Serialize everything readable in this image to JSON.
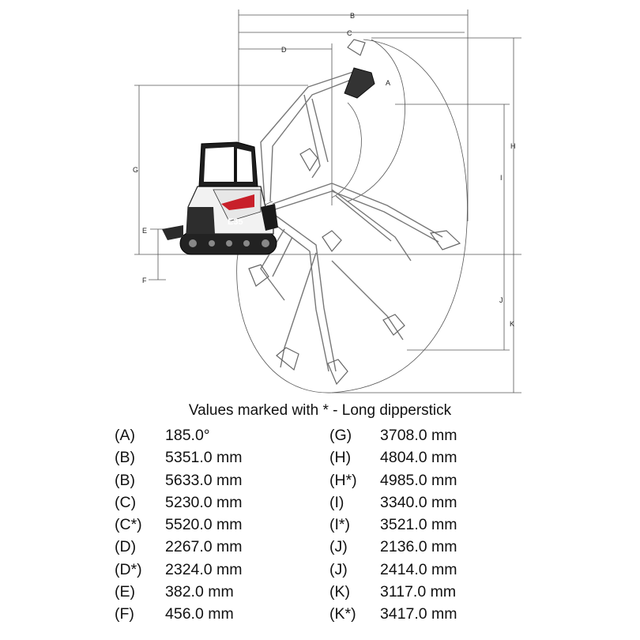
{
  "diagram": {
    "dimension_letters": [
      "A",
      "B",
      "C",
      "D",
      "E",
      "F",
      "G",
      "H",
      "I",
      "J",
      "K"
    ],
    "machine_label": "E35"
  },
  "caption": "Values marked with * - Long dipperstick",
  "specs": {
    "left": [
      {
        "label": "(A)",
        "value": "185.0°"
      },
      {
        "label": "(B)",
        "value": "5351.0 mm"
      },
      {
        "label": "(B)",
        "value": "5633.0 mm"
      },
      {
        "label": "(C)",
        "value": "5230.0 mm"
      },
      {
        "label": "(C*)",
        "value": "5520.0 mm"
      },
      {
        "label": "(D)",
        "value": "2267.0 mm"
      },
      {
        "label": "(D*)",
        "value": "2324.0 mm"
      },
      {
        "label": "(E)",
        "value": "382.0 mm"
      },
      {
        "label": "(F)",
        "value": "456.0 mm"
      }
    ],
    "right": [
      {
        "label": "(G)",
        "value": "3708.0 mm"
      },
      {
        "label": "(H)",
        "value": "4804.0 mm"
      },
      {
        "label": "(H*)",
        "value": "4985.0 mm"
      },
      {
        "label": "(I)",
        "value": "3340.0 mm"
      },
      {
        "label": "(I*)",
        "value": "3521.0 mm"
      },
      {
        "label": "(J)",
        "value": "2136.0 mm"
      },
      {
        "label": "(J)",
        "value": "2414.0 mm"
      },
      {
        "label": "(K)",
        "value": "3117.0 mm"
      },
      {
        "label": "(K*)",
        "value": "3417.0 mm"
      }
    ]
  }
}
